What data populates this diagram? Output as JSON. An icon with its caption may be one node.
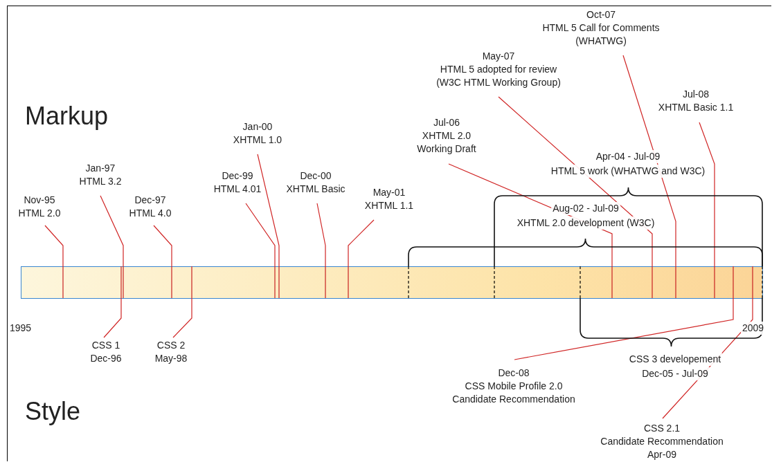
{
  "diagram": {
    "nodes": [
      {
        "text": [],
        "shape": "bar"
      },
      {
        "text": [
          "Nov-95",
          "HTML 2.0"
        ]
      },
      {
        "text": [
          "Jan-97",
          "HTML 3.2"
        ]
      },
      {
        "text": [
          "Dec-97",
          "HTML 4.0"
        ]
      },
      {
        "text": [
          "Dec-99",
          "HTML 4.01"
        ]
      },
      {
        "text": [
          "Jan-00",
          "XHTML 1.0"
        ]
      },
      {
        "text": [
          "Dec-00",
          "XHTML Basic"
        ]
      },
      {
        "text": [
          "May-01",
          "XHTML 1.1"
        ]
      },
      {
        "text": [
          "Jul-06",
          "XHTML 2.0",
          "Working Draft"
        ]
      },
      {
        "text": [
          "May-07",
          "HTML 5 adopted for review",
          "(W3C HTML Working Group)"
        ]
      },
      {
        "text": [
          "Oct-07",
          "HTML 5 Call for Comments",
          "(WHATWG)"
        ]
      },
      {
        "text": [
          "Jul-08",
          "XHTML Basic 1.1"
        ]
      },
      {
        "text": [
          "CSS 1",
          "Dec-96"
        ]
      },
      {
        "text": [
          "CSS 2",
          "May-98"
        ]
      },
      {
        "text": [
          "Dec-08",
          "CSS Mobile Profile 2.0",
          "Candidate Recommendation"
        ]
      },
      {
        "text": [
          "CSS 2.1",
          "Candidate Recommendation",
          "Apr-09"
        ]
      }
    ],
    "edges": [
      {
        "from": 1,
        "to": 0,
        "arrow": "none"
      },
      {
        "from": 2,
        "to": 0,
        "arrow": "none"
      },
      {
        "from": 3,
        "to": 0,
        "arrow": "none"
      },
      {
        "from": 4,
        "to": 0,
        "arrow": "none"
      },
      {
        "from": 5,
        "to": 0,
        "arrow": "none"
      },
      {
        "from": 6,
        "to": 0,
        "arrow": "none"
      },
      {
        "from": 7,
        "to": 0,
        "arrow": "none"
      },
      {
        "from": 8,
        "to": 0,
        "arrow": "none"
      },
      {
        "from": 9,
        "to": 0,
        "arrow": "none"
      },
      {
        "from": 10,
        "to": 0,
        "arrow": "none"
      },
      {
        "from": 11,
        "to": 0,
        "arrow": "none"
      },
      {
        "from": 12,
        "to": 0,
        "arrow": "none"
      },
      {
        "from": 13,
        "to": 0,
        "arrow": "none"
      },
      {
        "from": 14,
        "to": 0,
        "arrow": "none"
      },
      {
        "from": 15,
        "to": 0,
        "arrow": "none"
      }
    ],
    "labels": [
      "Markup",
      "Style",
      "1995",
      "2009",
      "Aug-02 - Jul-09",
      "XHTML 2.0 development (W3C)",
      "Apr-04 - Jul-09",
      "HTML 5 work (WHATWG and W3C)",
      "CSS 3 developement",
      "Dec-05 - Jul-09"
    ]
  }
}
